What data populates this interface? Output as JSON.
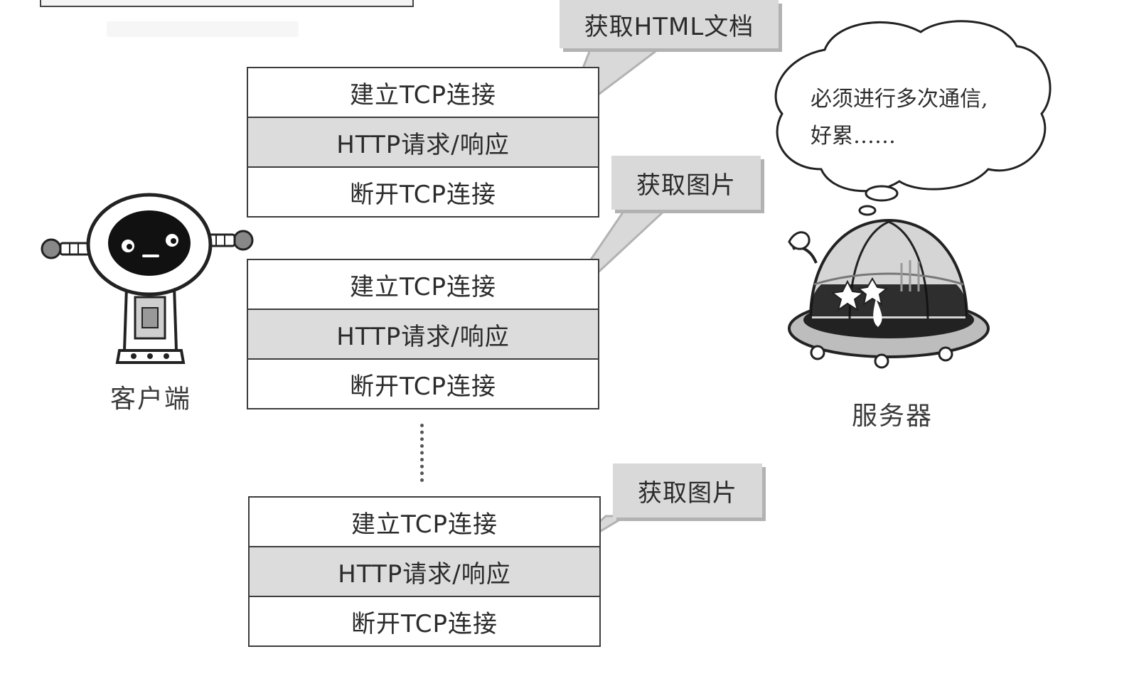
{
  "client": {
    "label": "客户端"
  },
  "server": {
    "label": "服务器",
    "thought": [
      "必须进行多次通信,",
      "好累……"
    ]
  },
  "steps": [
    {
      "callout": "获取HTML文档",
      "rows": [
        "建立TCP连接",
        "HTTP请求/响应",
        "断开TCP连接"
      ]
    },
    {
      "callout": "获取图片",
      "rows": [
        "建立TCP连接",
        "HTTP请求/响应",
        "断开TCP连接"
      ]
    },
    {
      "callout": "获取图片",
      "rows": [
        "建立TCP连接",
        "HTTP请求/响应",
        "断开TCP连接"
      ]
    }
  ],
  "colors": {
    "request_row": "#dcdcdc",
    "callout": "#d9d9d9",
    "callout_shadow": "#b2b2b2",
    "line": "#3c3c3c"
  },
  "icons": [
    "robot-client-icon",
    "dome-server-icon",
    "thought-bubble-icon"
  ]
}
